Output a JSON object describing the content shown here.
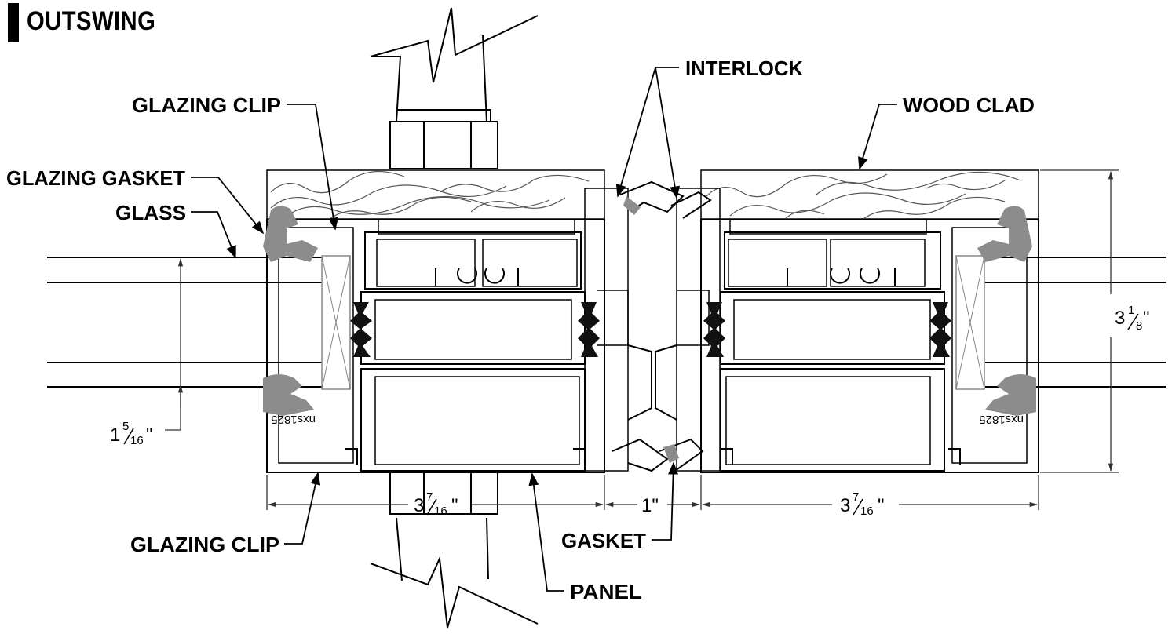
{
  "title": "OUTSWING",
  "labels": {
    "glazing_clip_top": "GLAZING CLIP",
    "glazing_gasket": "GLAZING GASKET",
    "glass": "GLASS",
    "interlock": "INTERLOCK",
    "wood_clad": "WOOD CLAD",
    "glazing_clip_bottom": "GLAZING CLIP",
    "gasket": "GASKET",
    "panel": "PANEL"
  },
  "dimensions": {
    "height_whole": "3",
    "height_num": "1",
    "height_den": "8",
    "glass_whole": "1",
    "glass_num": "5",
    "glass_den": "16",
    "left_width_whole": "3",
    "left_width_num": "7",
    "left_width_den": "16",
    "gap": "1\"",
    "right_width_whole": "3",
    "right_width_num": "7",
    "right_width_den": "16",
    "inch": "\""
  },
  "part_codes": {
    "left": "nxs1825",
    "right": "nxs1825"
  },
  "colors": {
    "line": "#000000",
    "gasket_grey": "#8c8c8c",
    "gasket_dark": "#111111",
    "wood_line": "#555555"
  }
}
